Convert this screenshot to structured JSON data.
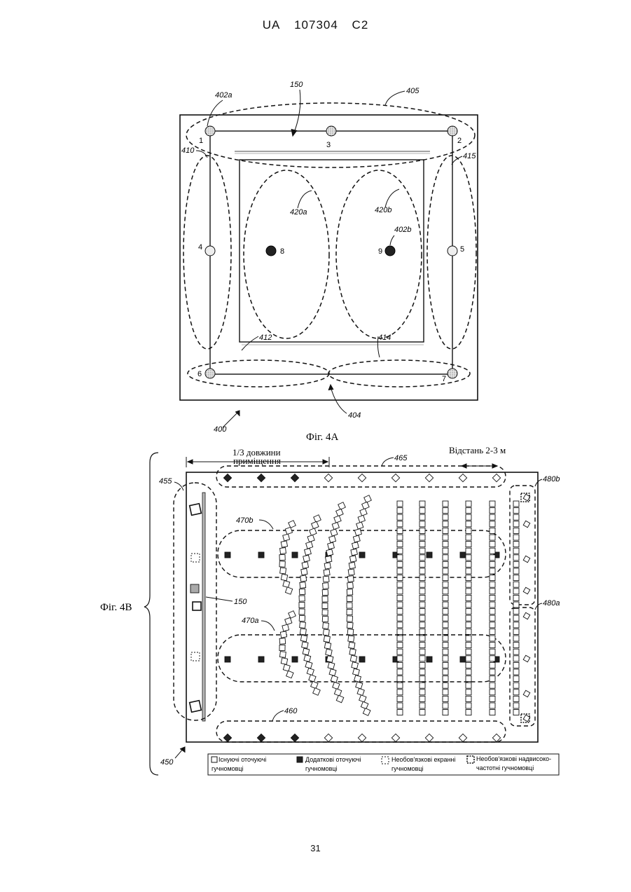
{
  "header": {
    "country": "UA",
    "number": "107304",
    "kind": "C2"
  },
  "page_number": "31",
  "fig4a": {
    "caption": "Фіг. 4А",
    "labels": {
      "ref150": "150",
      "ref405": "405",
      "ref402a": "402a",
      "ref402b": "402b",
      "ref410": "410",
      "ref415": "415",
      "ref420a": "420a",
      "ref420b": "420b",
      "ref412": "412",
      "ref414": "414",
      "ref404": "404",
      "ref400": "400"
    },
    "speakers": {
      "s1": "1",
      "s2": "2",
      "s3": "3",
      "s4": "4",
      "s5": "5",
      "s6": "6",
      "s7": "7",
      "s8": "8",
      "s9": "9"
    }
  },
  "fig4b": {
    "caption": "Фіг. 4В",
    "dim_left_line1": "1/3 довжини",
    "dim_left_line2": "приміщення",
    "dim_right": "Відстань 2-3 м",
    "labels": {
      "ref465": "465",
      "ref455": "455",
      "ref480b": "480b",
      "ref480a": "480a",
      "ref470b": "470b",
      "ref470a": "470a",
      "ref150": "150",
      "ref460": "460",
      "ref450": "450"
    },
    "legend": {
      "existing_1": "Існуючі оточуючі",
      "existing_2": "гучномовці",
      "additional_1": "Додаткові  оточуючі",
      "additional_2": "гучномовці",
      "optional_screen_1": "Необов'язкові екранні",
      "optional_screen_2": "гучномовці",
      "optional_hf_1": "Необов'язкові надвисоко-",
      "optional_hf_2": "частотні гучномовці"
    }
  }
}
